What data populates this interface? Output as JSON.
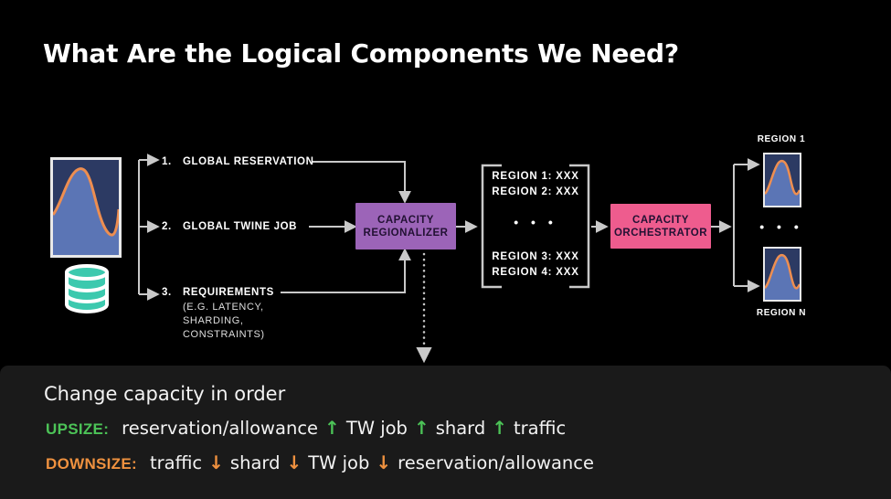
{
  "title": "What Are the Logical Components We Need?",
  "colors": {
    "background": "#000000",
    "footer_background": "#1a1a1a",
    "connector_gray": "#c9c9c9",
    "regionalizer_purple": "#9c64b8",
    "orchestrator_pink": "#ee5c8e",
    "upsize_green": "#4cc357",
    "downsize_orange": "#ef913f",
    "chart_navy": "#2c3a63",
    "chart_blue": "#5b75b5",
    "chart_line_orange": "#ee8e50",
    "database_teal": "#3cc9ae"
  },
  "inputs": [
    {
      "number": "1.",
      "label": "GLOBAL RESERVATION"
    },
    {
      "number": "2.",
      "label": "GLOBAL TWINE JOB"
    },
    {
      "number": "3.",
      "label": "REQUIREMENTS",
      "sub": [
        "(E.G. LATENCY,",
        "SHARDING,",
        "CONSTRAINTS)"
      ]
    }
  ],
  "regionalizer": {
    "line1": "CAPACITY",
    "line2": "REGIONALIZER"
  },
  "region_list": {
    "item1": "REGION 1: XXX",
    "item2": "REGION 2: XXX",
    "ellipsis": "• • •",
    "item3": "REGION 3: XXX",
    "item4": "REGION 4: XXX"
  },
  "orchestrator": {
    "line1": "CAPACITY",
    "line2": "ORCHESTRATOR"
  },
  "outputs": {
    "top_label": "REGION 1",
    "ellipsis": "• • •",
    "bottom_label": "REGION N"
  },
  "footer": {
    "heading": "Change capacity in order",
    "upsize_label": "UPSIZE:",
    "up_arrow": "↑",
    "upsize_steps": [
      "reservation/allowance",
      "TW job",
      "shard",
      "traffic"
    ],
    "downsize_label": "DOWNSIZE:",
    "down_arrow": "↓",
    "downsize_steps": [
      "traffic",
      "shard",
      "TW job",
      "reservation/allowance"
    ]
  }
}
